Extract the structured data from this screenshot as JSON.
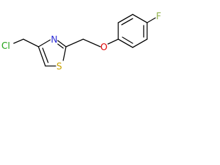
{
  "structure": {
    "atoms": {
      "chlorine": "Cl",
      "ring_nitrogen": "N",
      "ring_sulfur": "S",
      "ether_oxygen": "O",
      "fluorine": "F"
    }
  },
  "colors": {
    "background": "#ffffff",
    "bond": "#000000",
    "carbon_label": "#000000",
    "chlorine": "#1ea014",
    "nitrogen": "#2b2bd6",
    "sulfur": "#c8a200",
    "oxygen": "#e00000",
    "fluorine": "#8fb04a"
  }
}
